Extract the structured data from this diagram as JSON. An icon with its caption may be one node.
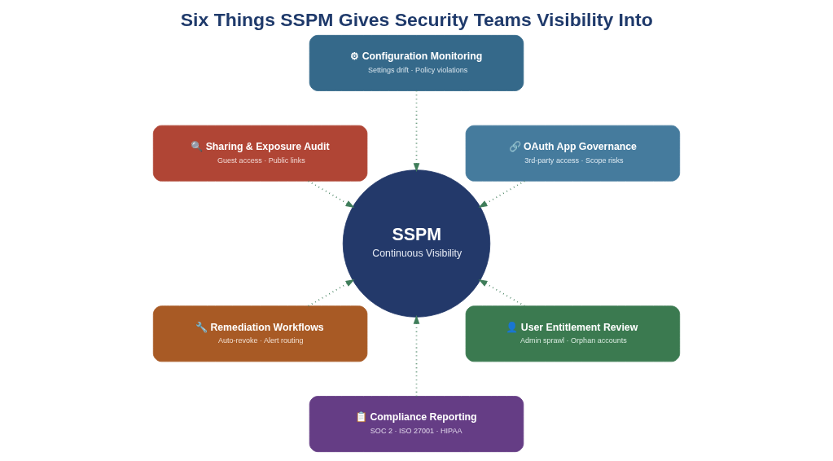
{
  "diagram": {
    "title": "Six Things SSPM Gives Security Teams Visibility Into",
    "nodes": [
      {
        "text": [
          "⚙ Configuration Monitoring",
          "Settings drift · Policy violations"
        ]
      },
      {
        "text": [
          "🔍 Sharing & Exposure Audit",
          "Guest access · Public links"
        ]
      },
      {
        "text": [
          "🔗 OAuth App Governance",
          "3rd-party access · Scope risks"
        ]
      },
      {
        "text": [
          "SSPM",
          "Continuous Visibility"
        ]
      },
      {
        "text": [
          "🔧 Remediation Workflows",
          "Auto-revoke · Alert routing"
        ]
      },
      {
        "text": [
          "👤 User Entitlement Review",
          "Admin sprawl · Orphan accounts"
        ]
      },
      {
        "text": [
          "📋 Compliance Reporting",
          "SOC 2 · ISO 27001 · HIPAA"
        ]
      }
    ],
    "edges": [
      {
        "from": 0,
        "to": 3,
        "arrow": "to"
      },
      {
        "from": 1,
        "to": 3,
        "arrow": "to"
      },
      {
        "from": 2,
        "to": 3,
        "arrow": "to"
      },
      {
        "from": 4,
        "to": 3,
        "arrow": "to"
      },
      {
        "from": 5,
        "to": 3,
        "arrow": "to"
      },
      {
        "from": 6,
        "to": 3,
        "arrow": "to"
      }
    ]
  }
}
